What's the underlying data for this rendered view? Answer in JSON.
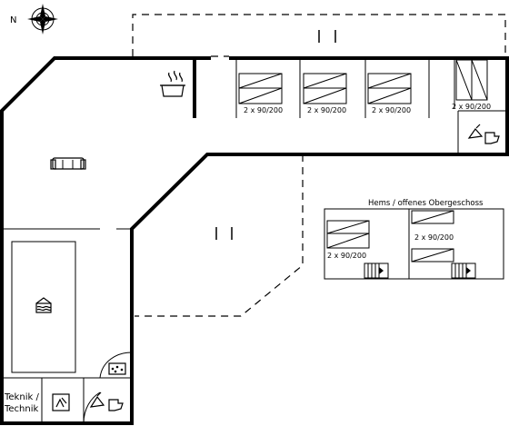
{
  "plan": {
    "compass_letter": "N",
    "bed_labels": [
      "2 x 90/200",
      "2 x 90/200",
      "2 x 90/200",
      "2 x 90/200",
      "2 x 90/200",
      "2 x 90/200"
    ],
    "loft_title": "Hems / offenes Obergeschoss",
    "technik_line1": "Teknik /",
    "technik_line2": "Technik"
  },
  "icons": [
    "compass-icon",
    "cooking-pot-icon",
    "sofa-icon",
    "pool-icon",
    "whirlpool-icon",
    "shower-toilet-icon",
    "washing-machine-icon",
    "stair-icon"
  ],
  "colors": {
    "lines": "#000000",
    "background": "#ffffff"
  }
}
